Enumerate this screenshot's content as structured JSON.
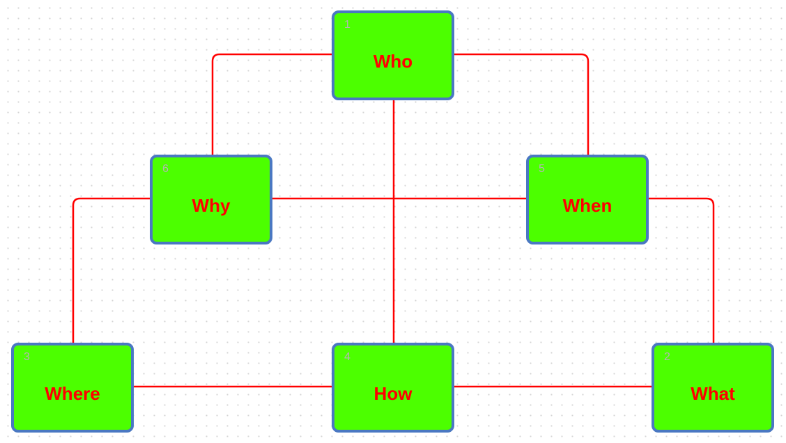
{
  "colors": {
    "node_fill": "#4cff00",
    "node_border": "#4a78c2",
    "label_text": "#ff0000",
    "number_text": "#b5b5b5",
    "edge": "#ff0000"
  },
  "nodes": {
    "who": {
      "number": "1",
      "label": "Who"
    },
    "what": {
      "number": "2",
      "label": "What"
    },
    "where": {
      "number": "3",
      "label": "Where"
    },
    "how": {
      "number": "4",
      "label": "How"
    },
    "when": {
      "number": "5",
      "label": "When"
    },
    "why": {
      "number": "6",
      "label": "Why"
    }
  },
  "edges": [
    {
      "from": "who",
      "to": "why"
    },
    {
      "from": "who",
      "to": "when"
    },
    {
      "from": "who",
      "to": "how"
    },
    {
      "from": "why",
      "to": "when"
    },
    {
      "from": "why",
      "to": "where"
    },
    {
      "from": "when",
      "to": "what"
    },
    {
      "from": "where",
      "to": "how"
    },
    {
      "from": "how",
      "to": "what"
    }
  ]
}
